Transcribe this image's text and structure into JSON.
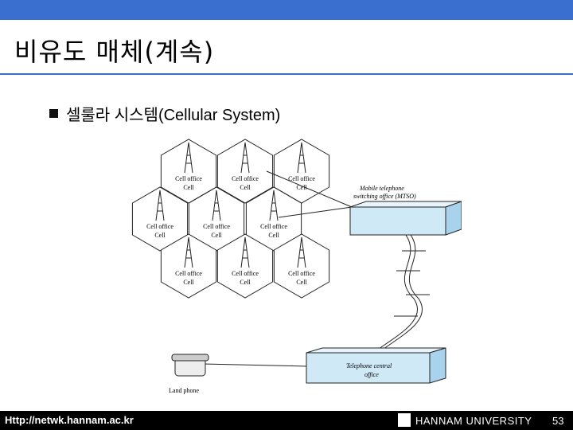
{
  "slide": {
    "title": "비유도 매체(계속)",
    "bullet": "셀룰라 시스템(Cellular System)"
  },
  "diagram": {
    "cell_office_label": "Cell office",
    "cell_label": "Cell",
    "mtso_line1": "Mobile telephone",
    "mtso_line2": "switching office (MTSO)",
    "central_line1": "Telephone central",
    "central_line2": "office",
    "land_phone": "Land phone"
  },
  "footer": {
    "url": "Http://netwk.hannam.ac.kr",
    "university": "HANNAM UNIVERSITY",
    "page": "53"
  },
  "colors": {
    "topbar": "#3a6fcf",
    "box_fill": "#cfe9f7"
  }
}
